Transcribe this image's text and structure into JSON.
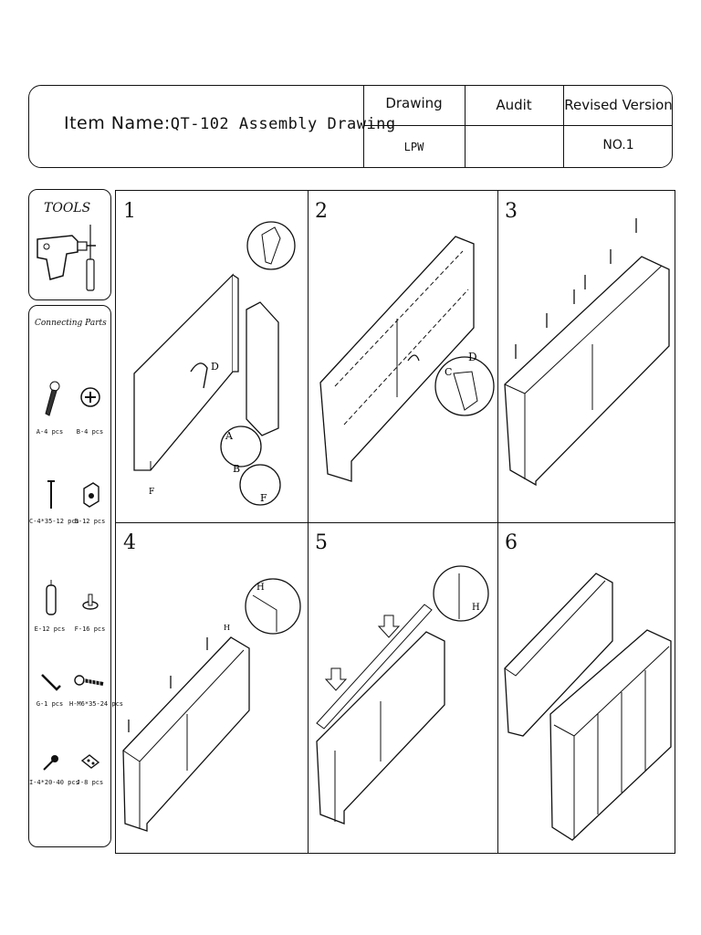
{
  "header": {
    "item_name_label": "Item Name:",
    "item_name_value": "QT-102 Assembly Drawing",
    "columns": [
      "Drawing",
      "Audit",
      "Revised Version"
    ],
    "values": [
      "LPW",
      "",
      "NO.1"
    ]
  },
  "tools": {
    "title": "TOOLS",
    "icons": [
      "drill-icon",
      "screwdriver-icon"
    ]
  },
  "parts": {
    "title": "Connecting Parts",
    "items": [
      {
        "label": "A-4 pcs",
        "icon": "cam-bolt-icon"
      },
      {
        "label": "B-4 pcs",
        "icon": "cam-lock-icon"
      },
      {
        "label": "C-4*35-12 pcs",
        "icon": "screw-icon"
      },
      {
        "label": "D-12 pcs",
        "icon": "bracket-icon"
      },
      {
        "label": "E-12 pcs",
        "icon": "dowel-icon"
      },
      {
        "label": "F-16 pcs",
        "icon": "foot-pad-icon"
      },
      {
        "label": "G-1 pcs",
        "icon": "allen-key-icon"
      },
      {
        "label": "H-M6*35-24 pcs",
        "icon": "connector-bolt-icon"
      },
      {
        "label": "I-4*20-40 pcs",
        "icon": "small-screw-icon"
      },
      {
        "label": "J-8 pcs",
        "icon": "plate-icon"
      }
    ]
  },
  "steps": [
    {
      "number": "1",
      "callouts": [
        "A",
        "B",
        "D",
        "F",
        "F"
      ]
    },
    {
      "number": "2",
      "callouts": [
        "C",
        "D"
      ]
    },
    {
      "number": "3",
      "callouts": []
    },
    {
      "number": "4",
      "callouts": [
        "H",
        "H"
      ]
    },
    {
      "number": "5",
      "callouts": [
        "H"
      ]
    },
    {
      "number": "6",
      "callouts": []
    }
  ]
}
